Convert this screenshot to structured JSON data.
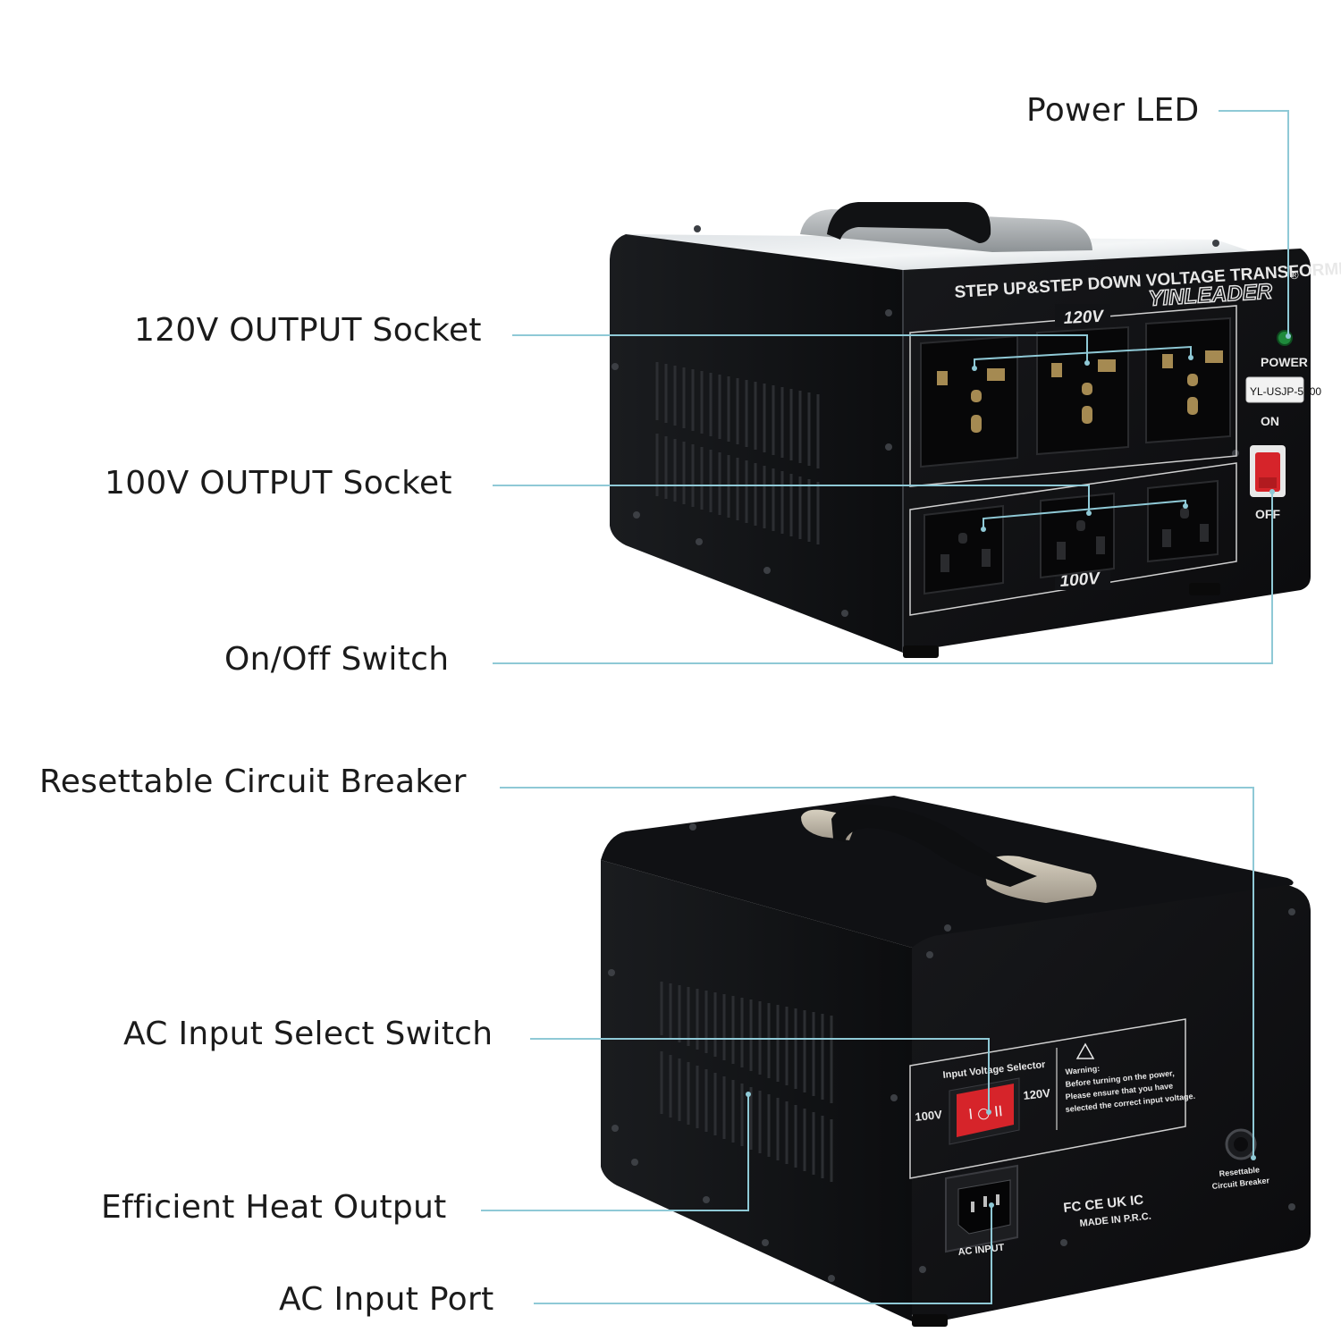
{
  "accent_color": "#8fc9d6",
  "callouts": {
    "power_led": "Power LED",
    "output_120v": "120V OUTPUT Socket",
    "output_100v": "100V OUTPUT Socket",
    "on_off_switch": "On/Off Switch",
    "circuit_breaker": "Resettable Circuit Breaker",
    "ac_select_switch": "AC Input Select Switch",
    "heat_output": "Efficient Heat Output",
    "ac_input_port": "AC Input Port"
  },
  "front_panel": {
    "title": "STEP UP&STEP DOWN VOLTAGE TRANSFORMER",
    "brand": "YINLEADER",
    "registered": "®",
    "label_120v": "120V",
    "label_100v": "100V",
    "power_label": "POWER",
    "model": "YL-USJP-5000",
    "on_label": "ON",
    "off_label": "OFF"
  },
  "rear_panel": {
    "selector_title": "Input Voltage Selector",
    "selector_100v": "100V",
    "selector_120v": "120V",
    "warning_title": "Warning:",
    "warning_line1": "Before turning on the power,",
    "warning_line2": "Please ensure that you have",
    "warning_line3": "selected the correct input voltage.",
    "breaker_line1": "Resettable",
    "breaker_line2": "Circuit Breaker",
    "cert_marks": "FC CE UK IC",
    "made_in": "MADE IN P.R.C.",
    "ac_input": "AC INPUT"
  }
}
